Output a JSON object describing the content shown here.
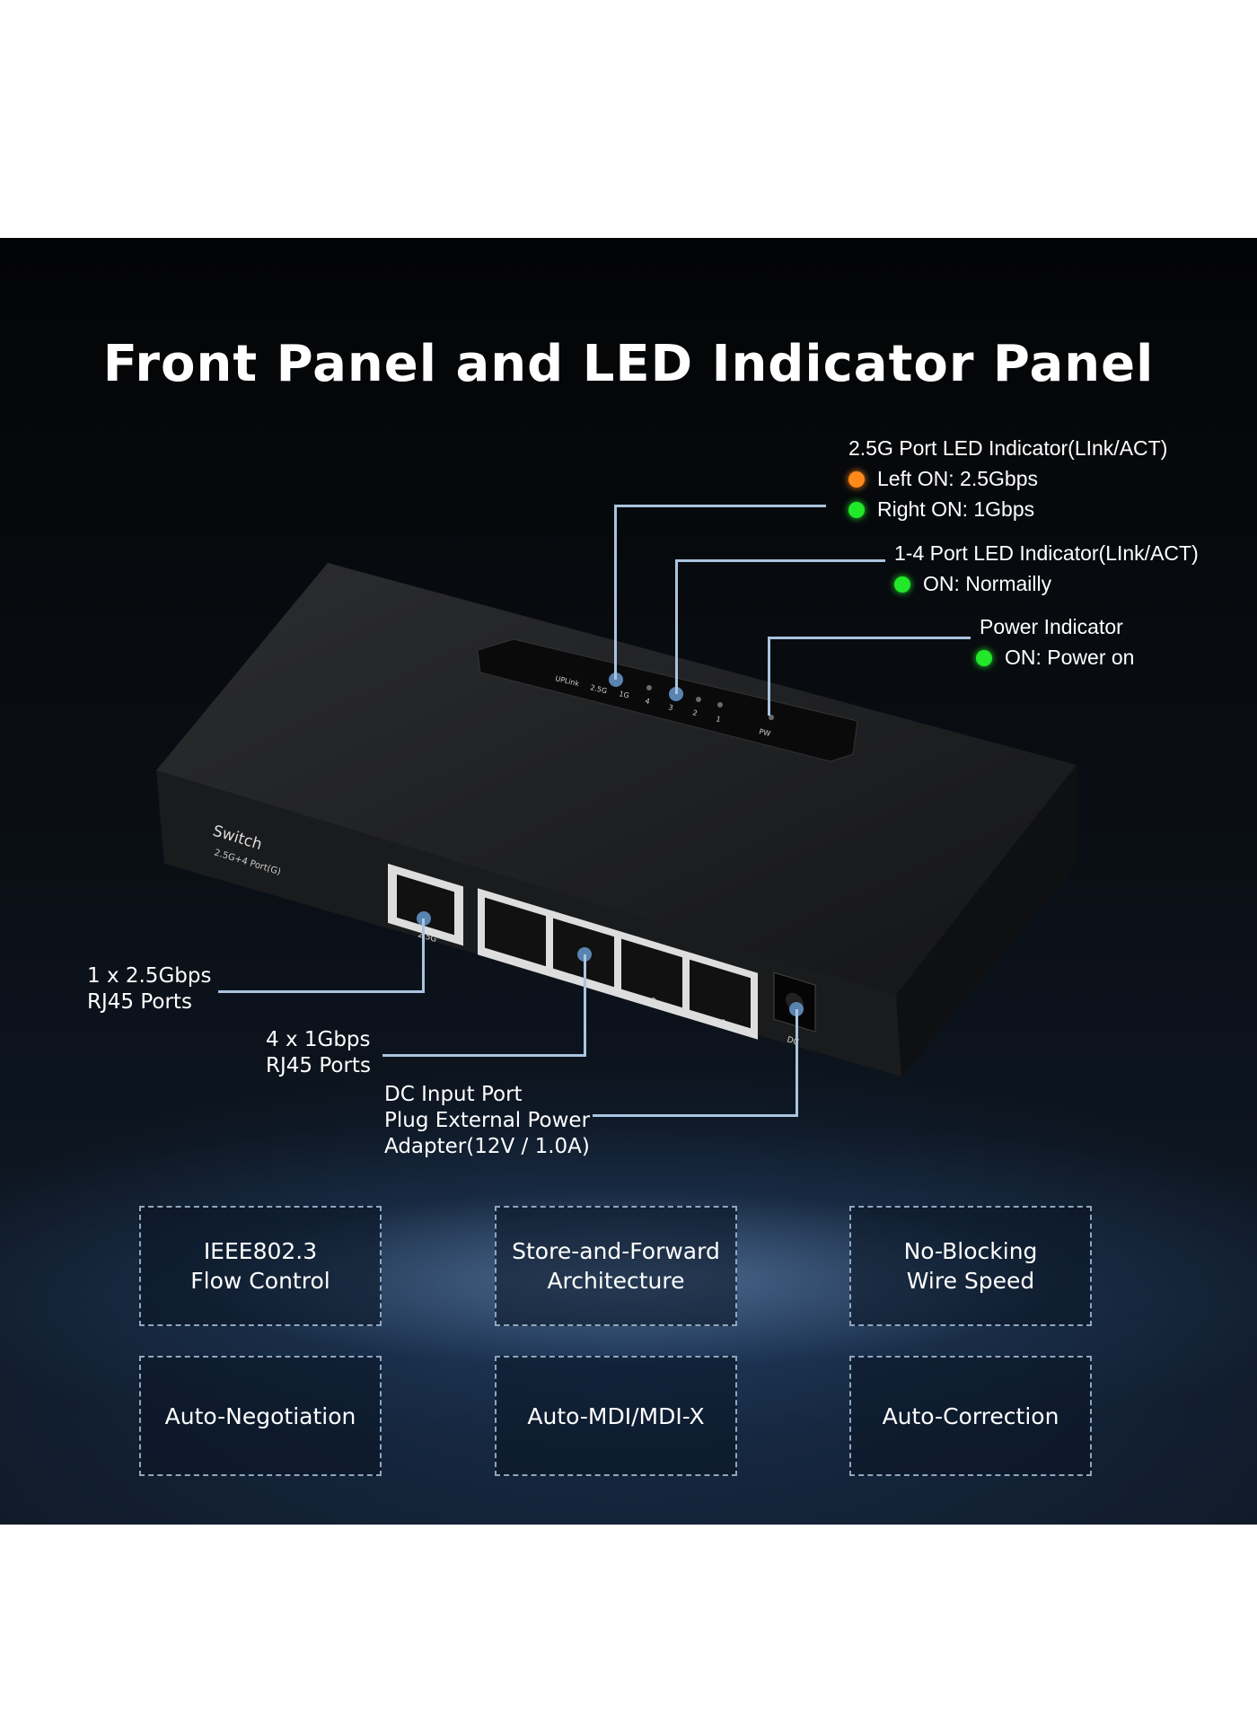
{
  "title": "Front Panel and LED Indicator Panel",
  "led_callouts": {
    "uplink": {
      "heading": "2.5G Port LED Indicator(LInk/ACT)",
      "items": [
        {
          "color": "orange",
          "text": "Left ON: 2.5Gbps"
        },
        {
          "color": "green",
          "text": "Right ON: 1Gbps"
        }
      ]
    },
    "ports": {
      "heading": "1-4 Port LED Indicator(LInk/ACT)",
      "items": [
        {
          "color": "green",
          "text": "ON: Normailly"
        }
      ]
    },
    "power": {
      "heading": "Power Indicator",
      "items": [
        {
          "color": "green",
          "text": "ON: Power on"
        }
      ]
    }
  },
  "port_callouts": {
    "uplink": [
      "1 x 2.5Gbps",
      "RJ45 Ports"
    ],
    "gigabit": [
      "4 x 1Gbps",
      "RJ45 Ports"
    ],
    "dc": [
      "DC Input Port",
      "Plug External Power",
      "Adapter(12V / 1.0A)"
    ]
  },
  "device": {
    "brand_label": "Switch",
    "model_label": "2.5G+4 Port(G)",
    "led_labels": [
      "UPLink",
      "2.5G",
      "1G",
      "4",
      "3",
      "2",
      "1",
      "PW"
    ],
    "port_labels": [
      "2.5G",
      "4",
      "3",
      "2",
      "1",
      "DC"
    ]
  },
  "features": [
    [
      "IEEE802.3",
      "Flow Control"
    ],
    [
      "Store-and-Forward",
      "Architecture"
    ],
    [
      "No-Blocking",
      "Wire Speed"
    ],
    [
      "Auto-Negotiation"
    ],
    [
      "Auto-MDI/MDI-X"
    ],
    [
      "Auto-Correction"
    ]
  ],
  "colors": {
    "orange_led": "#ff8a1a",
    "green_led": "#22e82a",
    "callout_line": "#a9c4e0"
  }
}
